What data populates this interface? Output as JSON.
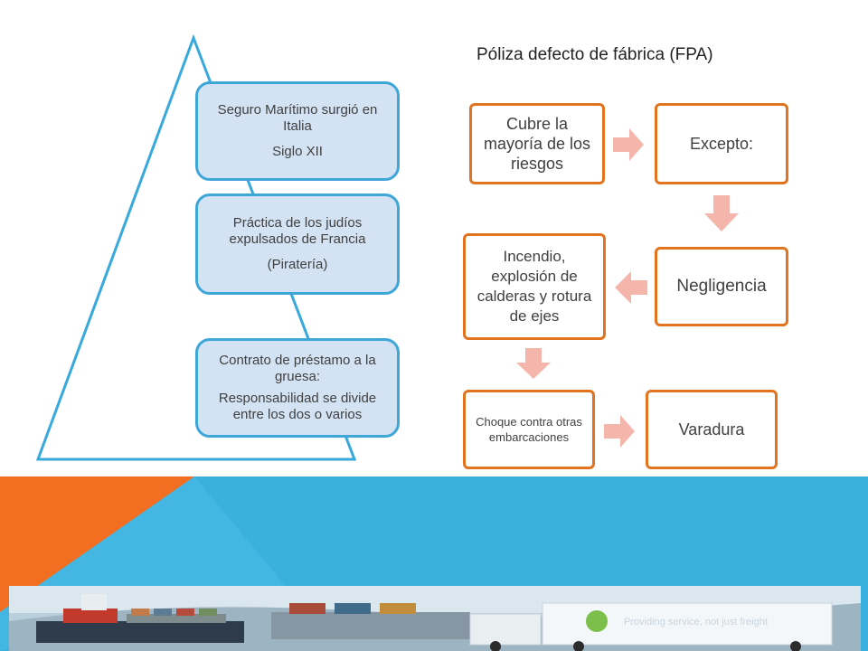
{
  "pyramid": {
    "boxes": [
      {
        "lines": [
          "Seguro Marítimo surgió en Italia",
          "Siglo XII"
        ]
      },
      {
        "lines": [
          "Práctica de los judíos expulsados de Francia",
          "(Piratería)"
        ]
      },
      {
        "lines": [
          "Contrato de préstamo a la gruesa:",
          "Responsabilidad se divide entre los dos o varios"
        ]
      }
    ]
  },
  "flow": {
    "title": "Póliza defecto de fábrica (FPA)",
    "boxes": {
      "cubre": "Cubre la mayoría de los riesgos",
      "excepto": "Excepto:",
      "negligencia": "Negligencia",
      "incendio": "Incendio, explosión de calderas y rotura de ejes",
      "choque": "Choque contra otras embarcaciones",
      "varadura": "Varadura"
    }
  },
  "footer": {
    "truck_slogan": "Providing service, not just freight",
    "colors": {
      "orange": "#f26f21",
      "blue": "#3ab0de",
      "box_border": "#e2731f",
      "arrow": "#f4b6aa"
    }
  }
}
